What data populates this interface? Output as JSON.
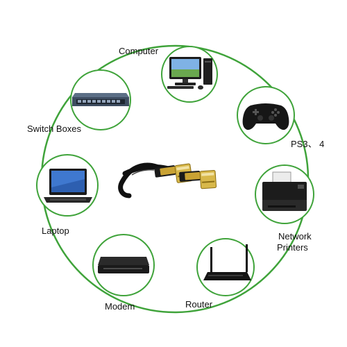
{
  "colors": {
    "ring": "#3fa33a",
    "node_border": "#3fa33a",
    "node_fill": "#ffffff",
    "cable_jacket": "#111111",
    "connector_gold": "#c9a233"
  },
  "center": {
    "icon": "ethernet-cable-icon"
  },
  "nodes": [
    {
      "key": "computer",
      "label": "Computer",
      "icon": "desktop-computer-icon"
    },
    {
      "key": "ps",
      "label": "PS3、 4",
      "icon": "gamepad-icon"
    },
    {
      "key": "printer",
      "label_lines": [
        "Network",
        "Printers"
      ],
      "icon": "printer-icon"
    },
    {
      "key": "router",
      "label": "Router",
      "icon": "wifi-router-icon"
    },
    {
      "key": "modem",
      "label": "Modem",
      "icon": "modem-icon"
    },
    {
      "key": "laptop",
      "label": "Laptop",
      "icon": "laptop-icon"
    },
    {
      "key": "switch",
      "label": "Switch Boxes",
      "icon": "network-switch-icon"
    }
  ]
}
